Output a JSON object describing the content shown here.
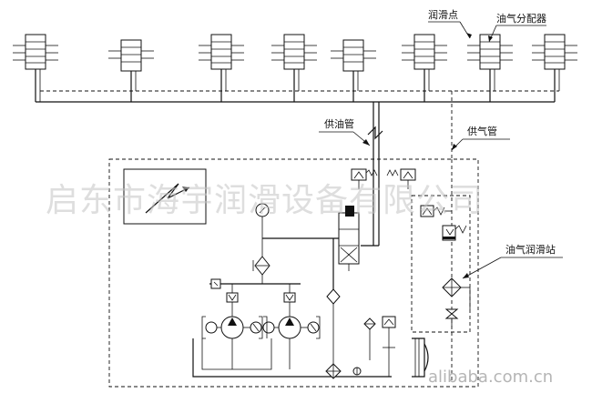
{
  "labels": {
    "lube_point": "润滑点",
    "air_oil_distributor": "油气分配器",
    "oil_supply_pipe": "供油管",
    "air_supply_pipe": "供气管",
    "air_oil_station": "油气润滑站"
  },
  "watermark": "启东市海宇润滑设备有限公司",
  "site": "alibaba.com.cn"
}
